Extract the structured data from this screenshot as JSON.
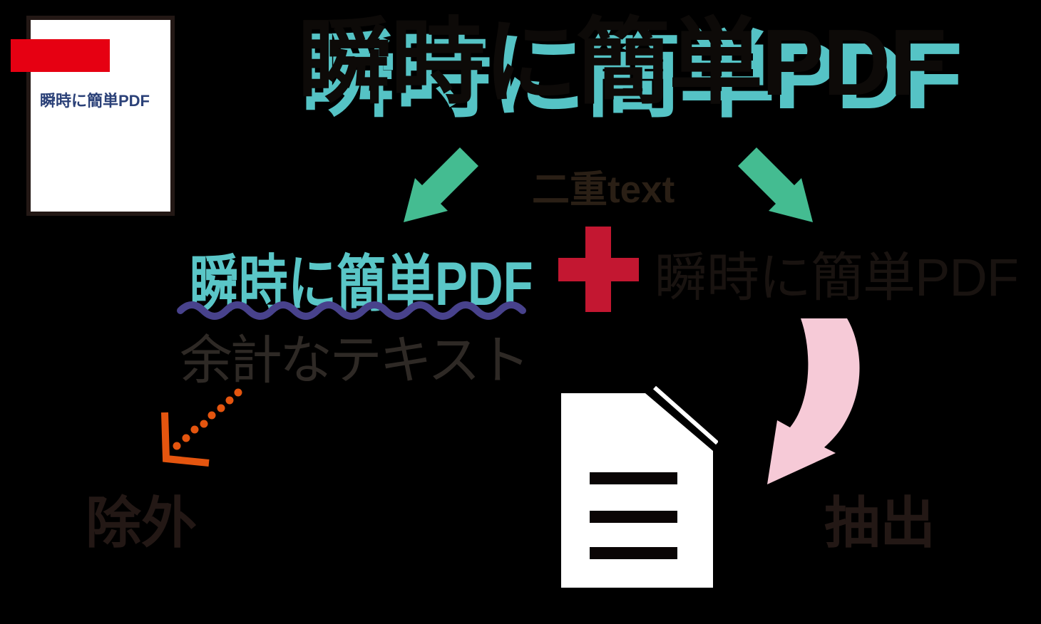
{
  "thumbnail": {
    "label": "瞬時に簡単PDF",
    "page_color": "#ffffff",
    "border_color": "#231815",
    "redbar_color": "#E60012",
    "label_color": "#2B4178"
  },
  "title": {
    "text": "瞬時に簡単PDF",
    "front_color": "#0D0A08",
    "shadow_color": "#55C3C5"
  },
  "labels": {
    "double_text": "二重text",
    "plus_symbol": "+"
  },
  "left_branch": {
    "doubled_text": "瞬時に簡単PDF",
    "extra_text": "余計なテキスト",
    "result": "除外"
  },
  "right_branch": {
    "clean_text": "瞬時に簡単PDF",
    "result": "抽出"
  },
  "icons": {
    "left_arrow": "arrow-down-left",
    "right_arrow": "arrow-down-right",
    "pink_arrow": "curved-arrow-down-left",
    "orange_arrow": "dotted-arrow-down-left",
    "document": "document-with-text-lines-and-folded-corner"
  },
  "colors": {
    "background": "#000000",
    "green_arrow": "#44BC91",
    "teal_text": "#5AC6C7",
    "wavy_underline": "#48428C",
    "extra_text": "#2E2925",
    "plus": "#C31731",
    "pink_arrow": "#F6CAD7",
    "orange_arrow": "#E4550F",
    "result_text": "#231815"
  }
}
